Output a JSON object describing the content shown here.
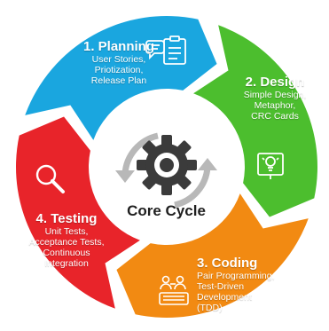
{
  "diagram": {
    "center_label": "Core Cycle",
    "phases": [
      {
        "title": "1. Planning",
        "details": [
          "User Stories,",
          "Priotization,",
          "Release Plan"
        ],
        "color": "#1aa6df",
        "icon": "clipboard-chat-icon"
      },
      {
        "title": "2. Design",
        "details": [
          "Simple Design,",
          "Metaphor,",
          "CRC Cards"
        ],
        "color": "#4cbe2e",
        "icon": "lightbulb-board-icon"
      },
      {
        "title": "3. Coding",
        "details": [
          "Pair Programming,",
          "Test-Driven",
          "Development",
          "(TDD)"
        ],
        "color": "#f28a12",
        "icon": "pair-programming-icon"
      },
      {
        "title": "4. Testing",
        "details": [
          "Unit Tests,",
          "Acceptance Tests,",
          "Continuous",
          "Integration"
        ],
        "color": "#e8242a",
        "icon": "magnifier-icon"
      }
    ],
    "center_icon": "gear-icon",
    "center_arrows_color": "#b8b8b8"
  }
}
